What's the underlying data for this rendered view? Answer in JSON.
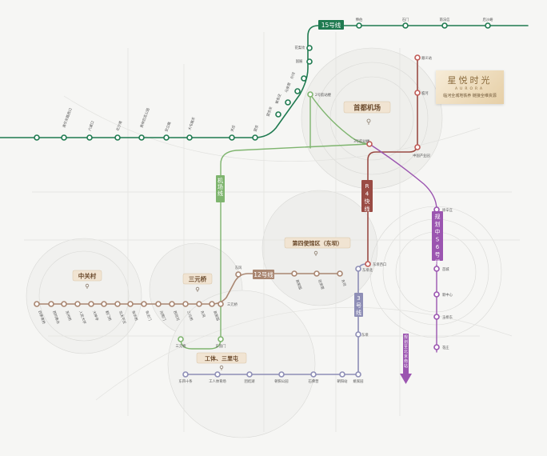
{
  "brand": {
    "title": "星悦时光",
    "subtitle": "AURORA",
    "tagline": "临河全城地铁养 链接全维资源"
  },
  "colors": {
    "line15": "#1f7a50",
    "airport": "#7fb56f",
    "line12": "#a98671",
    "line3": "#8e8eb6",
    "r4": "#9a4b44",
    "s6": "#9b55b0",
    "red": "#c05a55",
    "blue": "#7c7cae"
  },
  "lines": {
    "line15": "15号线",
    "airport": "机场线",
    "line12": "12号线",
    "line3": "3号线",
    "r4": "R4快线",
    "s6": "规划中S6号线"
  },
  "areas": {
    "airport": "首都机场",
    "zgc": "中关村",
    "sanyuan": "三元桥",
    "embassy": "第四使馆区（东坝）",
    "gongti": "工体、三里屯"
  },
  "arrow_label": "规划至北京南站",
  "stations": {
    "l15": [
      "俸伯",
      "石门",
      "南法信",
      "后沙峪",
      "花梨坎",
      "国展",
      "孙河",
      "马泉营",
      "崔各庄",
      "望京东",
      "望京",
      "关庄",
      "大屯路东",
      "安立路",
      "奥林匹克公园",
      "北沙滩",
      "六道口",
      "清华东路西口"
    ],
    "airport_t2": "2号航站楼",
    "airport_t3": "3号航站楼",
    "airport_south": [
      "三元桥",
      "东直门"
    ],
    "l12": [
      "四季青桥",
      "西钓鱼台",
      "苏州桥",
      "人民大学",
      "大钟寺",
      "蓟门桥",
      "北太平庄",
      "安华桥",
      "安贞门",
      "光熙门",
      "西坝河",
      "三元桥",
      "东风",
      "高家园",
      "驼房营",
      "东坝"
    ],
    "l3": [
      "东四十条",
      "工人体育场",
      "团结湖",
      "朝阳公园",
      "石佛营",
      "朝阳站",
      "姚家园",
      "东坝",
      "东坝北"
    ],
    "r4": [
      "顺义站",
      "临河",
      "中国产业园",
      "东坝北",
      "东坝西口"
    ],
    "s6": [
      "徐辛庄",
      "首城",
      "新中心",
      "玉桥东",
      "花庄"
    ]
  }
}
